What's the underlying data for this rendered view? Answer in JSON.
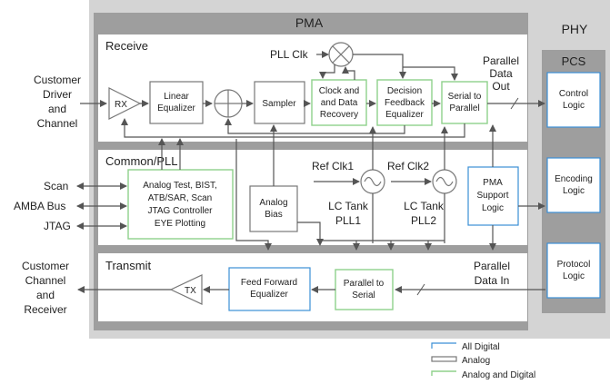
{
  "titles": {
    "pma": "PMA",
    "phy": "PHY",
    "pcs": "PCS"
  },
  "sections": {
    "receive": "Receive",
    "common": "Common/PLL",
    "transmit": "Transmit"
  },
  "external": {
    "driver": [
      "Customer",
      "Driver",
      "and",
      "Channel"
    ],
    "scan": "Scan",
    "amba": "AMBA Bus",
    "jtag": "JTAG",
    "receiver": [
      "Customer",
      "Channel",
      "and",
      "Receiver"
    ]
  },
  "blocks": {
    "rx": "RX",
    "linear_eq": [
      "Linear",
      "Equalizer"
    ],
    "sampler": "Sampler",
    "cdr": [
      "Clock and",
      "and Data",
      "Recovery"
    ],
    "dfe": [
      "Decision",
      "Feedback",
      "Equalizer"
    ],
    "s2p": [
      "Serial to",
      "Parallel"
    ],
    "test": [
      "Analog Test, BIST,",
      "ATB/SAR, Scan",
      "JTAG Controller",
      "EYE Plotting"
    ],
    "bias": [
      "Analog",
      "Bias"
    ],
    "pma_support": [
      "PMA",
      "Support",
      "Logic"
    ],
    "ffe": [
      "Feed Forward",
      "Equalizer"
    ],
    "p2s": [
      "Parallel to",
      "Serial"
    ],
    "tx": "TX",
    "control": [
      "Control",
      "Logic"
    ],
    "encoding": [
      "Encoding",
      "Logic"
    ],
    "protocol": [
      "Protocol",
      "Logic"
    ]
  },
  "labels": {
    "pll_clk": "PLL Clk",
    "parallel_out": [
      "Parallel",
      "Data",
      "Out"
    ],
    "ref1": "Ref Clk1",
    "ref2": "Ref Clk2",
    "lc1": [
      "LC Tank",
      "PLL1"
    ],
    "lc2": [
      "LC Tank",
      "PLL2"
    ],
    "parallel_in": [
      "Parallel",
      "Data In"
    ]
  },
  "legend": {
    "digital": "All Digital",
    "analog": "Analog",
    "mixed": "Analog and Digital"
  },
  "colors": {
    "outer_gray": "#d4d4d4",
    "pma_gray": "#9e9e9e",
    "line": "#555555",
    "digital": "#3b8fd6",
    "mixed": "#8fd18b",
    "analog": "#777777"
  }
}
